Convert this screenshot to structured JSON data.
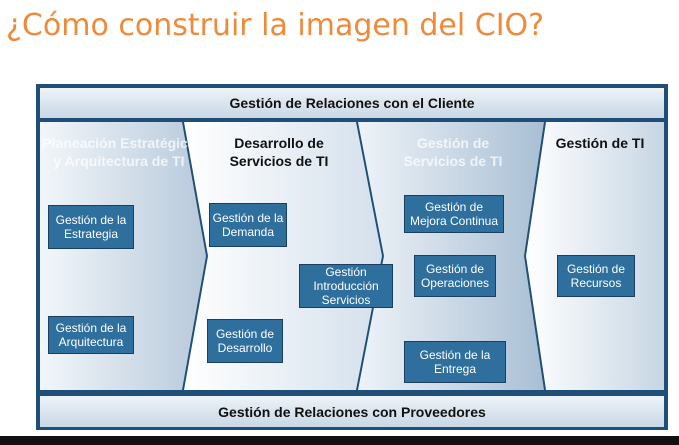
{
  "title": "¿Cómo construir la imagen del CIO?",
  "top_band": "Gestión de Relaciones con el Cliente",
  "bottom_band": "Gestión de Relaciones con Proveedores",
  "stages": [
    {
      "label": "Planeación Estratégica y Arquitectura de TI"
    },
    {
      "label": "Desarrollo de Servicios de TI"
    },
    {
      "label": "Gestión de Servicios de TI"
    },
    {
      "label": "Gestión de TI"
    }
  ],
  "processes": {
    "estrategia": "Gestión de la Estrategia",
    "arquitectura": "Gestión de la Arquitectura",
    "demanda": "Gestión de la Demanda",
    "introduccion": "Gestión Introducción Servicios",
    "desarrollo": "Gestión de Desarrollo",
    "mejora": "Gestión de Mejora Continua",
    "operaciones": "Gestión de Operaciones",
    "entrega": "Gestión de la Entrega",
    "recursos": "Gestión de Recursos"
  },
  "colors": {
    "frame": "#1f4e79",
    "process_box": "#2e6f9e",
    "title": "#ee8a3c",
    "stage_light": "#f0f4f8",
    "stage_mid": "#b7c9db"
  }
}
